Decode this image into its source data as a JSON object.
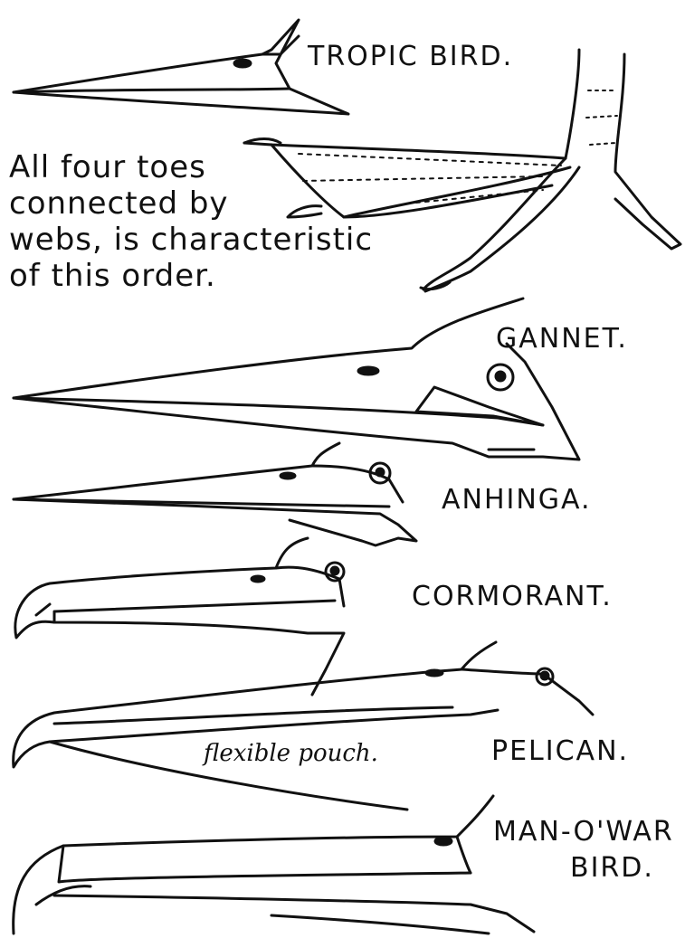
{
  "labels": {
    "tropic_bird": "TROPIC BIRD.",
    "gannet": "GANNET.",
    "anhinga": "ANHINGA.",
    "cormorant": "CORMORANT.",
    "pelican": "PELICAN.",
    "man_o_war_line1": "MAN-O'WAR",
    "man_o_war_line2": "BIRD."
  },
  "note": {
    "line1": "All four toes",
    "line2": "connected by",
    "line3": "webs, is characteristic",
    "line4": "of this order."
  },
  "pelican_annotation": "flexible pouch.",
  "colors": {
    "ink": "#111111",
    "paper": "#ffffff"
  }
}
